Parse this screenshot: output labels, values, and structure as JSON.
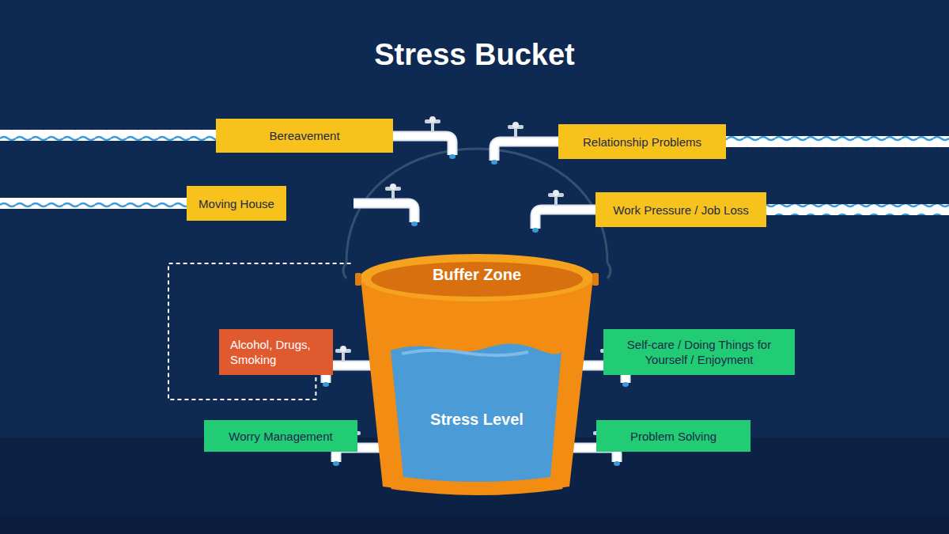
{
  "diagram": {
    "title": "Stress Bucket",
    "nodes": [
      {
        "text": [
          "Bereavement"
        ]
      },
      {
        "text": [
          "Relationship Problems"
        ]
      },
      {
        "text": [
          "Moving House"
        ]
      },
      {
        "text": [
          "Work Pressure / Job Loss"
        ]
      },
      {
        "text": [
          "Buffer Zone",
          "Stress Level"
        ]
      },
      {
        "text": [
          "Alcohol, Drugs, Smoking"
        ]
      },
      {
        "text": [
          "Self-care / Doing Things for Yourself / Enjoyment"
        ]
      },
      {
        "text": [
          "Worry Management"
        ]
      },
      {
        "text": [
          "Problem Solving"
        ]
      }
    ],
    "edges": [
      {
        "from": 5,
        "to": 4,
        "arrow": "none"
      }
    ]
  }
}
